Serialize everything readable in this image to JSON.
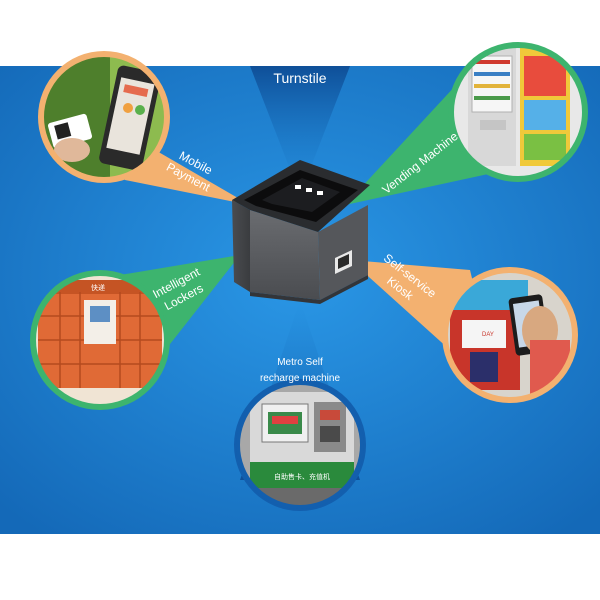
{
  "labels": {
    "turnstile": "Turnstile",
    "mobile_payment_1": "Mobile",
    "mobile_payment_2": "Payment",
    "vending_machine": "Vending Machine",
    "intelligent_lockers_1": "Intelligent",
    "intelligent_lockers_2": "Lockers",
    "self_service_kiosk_1": "Self-service",
    "self_service_kiosk_2": "Kiosk",
    "metro_1": "Metro Self",
    "metro_2": "recharge machine"
  },
  "vignette_texts": {
    "metro_sign": "自助售卡、充值机",
    "kiosk_sign": "DAY",
    "locker_sign": "快递"
  },
  "colors": {
    "background": "#1f86d6",
    "background_dark": "#1469b8",
    "wedge_orange": "#f3b170",
    "wedge_green": "#3db46e",
    "wedge_blue_dark": "#135fae",
    "device_body": "#5b5d61"
  }
}
